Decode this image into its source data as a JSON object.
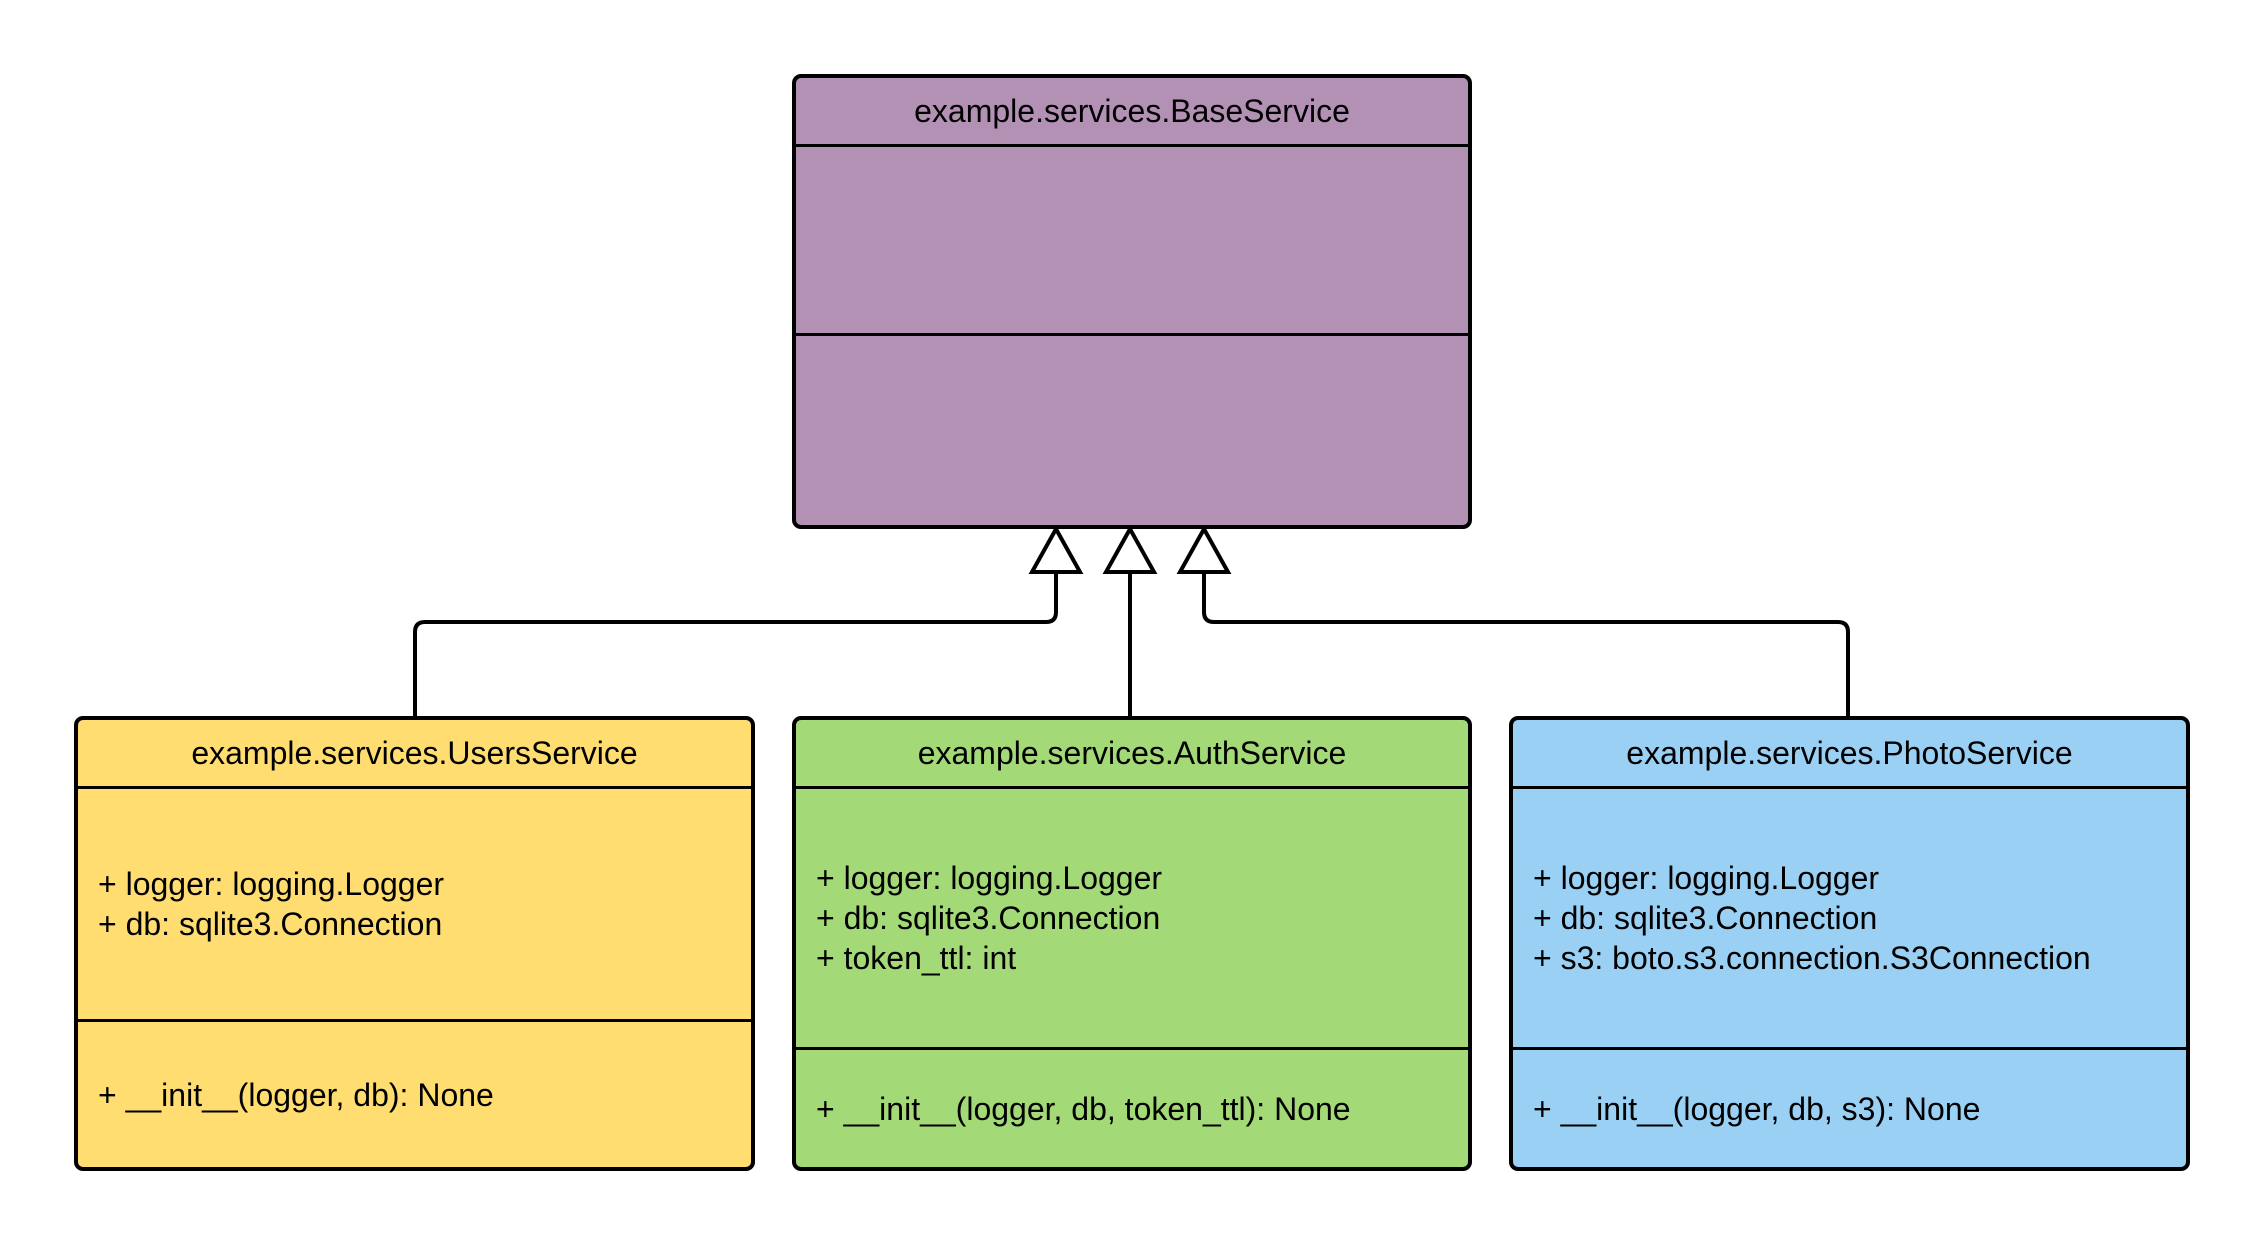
{
  "colors": {
    "base": "#b391b5",
    "users": "#ffdd71",
    "auth": "#a3d977",
    "photo": "#9ad0f4",
    "stroke": "#000000"
  },
  "classes": {
    "base": {
      "name": "example.services.BaseService",
      "attributes": [],
      "operations": []
    },
    "users": {
      "name": "example.services.UsersService",
      "attributes": [
        "+ logger: logging.Logger",
        "+ db: sqlite3.Connection"
      ],
      "operations": [
        "+ __init__(logger, db): None"
      ]
    },
    "auth": {
      "name": "example.services.AuthService",
      "attributes": [
        "+ logger: logging.Logger",
        "+ db: sqlite3.Connection",
        "+ token_ttl: int"
      ],
      "operations": [
        "+ __init__(logger, db, token_ttl): None"
      ]
    },
    "photo": {
      "name": "example.services.PhotoService",
      "attributes": [
        "+ logger: logging.Logger",
        "+ db: sqlite3.Connection",
        "+ s3: boto.s3.connection.S3Connection"
      ],
      "operations": [
        "+ __init__(logger, db, s3): None"
      ]
    }
  },
  "relationships": [
    {
      "type": "generalization",
      "from": "users",
      "to": "base"
    },
    {
      "type": "generalization",
      "from": "auth",
      "to": "base"
    },
    {
      "type": "generalization",
      "from": "photo",
      "to": "base"
    }
  ]
}
